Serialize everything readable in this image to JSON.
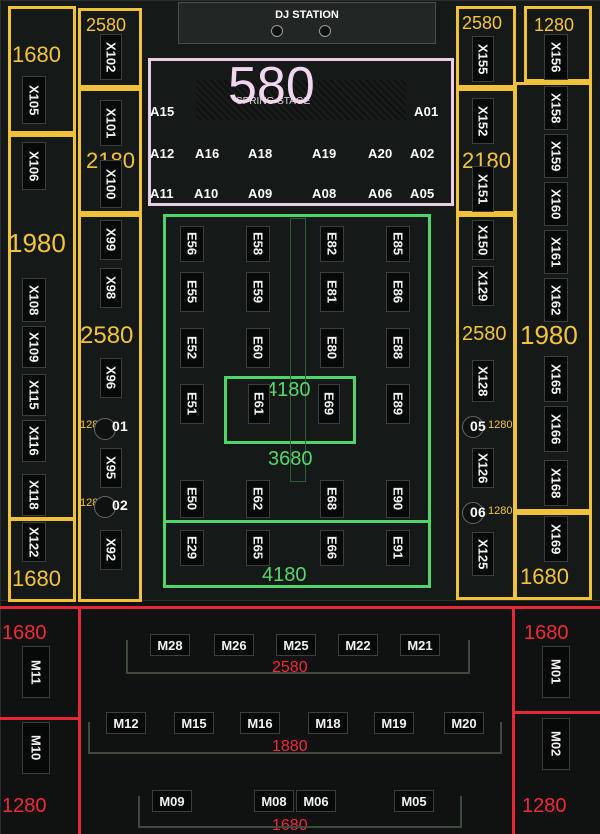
{
  "dj_station": "DJ STATION",
  "stage_label": "SPRING STAGE",
  "colors": {
    "tier_yellow": "#f0c23a",
    "tier_green": "#4fd46a",
    "tier_red": "#e4283a",
    "tier_pink": "#e9cfe6"
  },
  "prices": {
    "stage": "580",
    "lt_top": "2580",
    "lt_1680": "1680",
    "lt_2180": "2180",
    "lt_1980": "1980",
    "lt_2580": "2580",
    "lt_01": "1280",
    "lt_02": "1280",
    "lt_bottom": "1680",
    "rt_top": "2580",
    "rt_1280": "1280",
    "rt_2180": "2180",
    "rt_2580": "2580",
    "rt_1980": "1980",
    "rt_05": "1280",
    "rt_06": "1280",
    "rt_bottom": "1680",
    "center_inner": "4180",
    "center_mid": "3680",
    "center_bottom": "4180",
    "m_left_top": "1680",
    "m_right_top": "1680",
    "m_row1": "2580",
    "m_row2": "1880",
    "m_row3": "1680",
    "m_left_bottom": "1280",
    "m_right_bottom": "1280"
  },
  "tables": {
    "t102": "X102",
    "t105": "X105",
    "t101": "X101",
    "t100": "X100",
    "t106": "X106",
    "t99": "X99",
    "t98": "X98",
    "t108": "X108",
    "t109": "X109",
    "t115": "X115",
    "t116": "X116",
    "t96": "X96",
    "t01": "01",
    "t95": "X95",
    "t02": "02",
    "t118": "X118",
    "t122": "X122",
    "t92": "X92",
    "t155": "X155",
    "t156": "X156",
    "t152": "X152",
    "t158": "X158",
    "t151": "X151",
    "t159": "X159",
    "t160": "X160",
    "t150": "X150",
    "t161": "X161",
    "t129": "X129",
    "t162": "X162",
    "t128": "X128",
    "t165": "X165",
    "t05": "05",
    "t166": "X166",
    "t126": "X126",
    "t168": "X168",
    "t06": "06",
    "t125": "X125",
    "t169": "X169",
    "a15": "A15",
    "a01": "A01",
    "a12": "A12",
    "a16": "A16",
    "a18": "A18",
    "a19": "A19",
    "a20": "A20",
    "a02": "A02",
    "a11": "A11",
    "a10": "A10",
    "a09": "A09",
    "a08": "A08",
    "a06": "A06",
    "a05": "A05",
    "e56": "E56",
    "e58": "E58",
    "e82": "E82",
    "e85": "E85",
    "e55": "E55",
    "e59": "E59",
    "e81": "E81",
    "e86": "E86",
    "e52": "E52",
    "e60": "E60",
    "e80": "E80",
    "e88": "E88",
    "e51": "E51",
    "e61": "E61",
    "e69": "E69",
    "e89": "E89",
    "e50": "E50",
    "e62": "E62",
    "e68": "E68",
    "e90": "E90",
    "e29": "E29",
    "e65": "E65",
    "e66": "E66",
    "e91": "E91",
    "m28": "M28",
    "m26": "M26",
    "m25": "M25",
    "m22": "M22",
    "m21": "M21",
    "m11": "M11",
    "m01": "M01",
    "m12": "M12",
    "m15": "M15",
    "m16": "M16",
    "m18": "M18",
    "m19": "M19",
    "m20": "M20",
    "m10": "M10",
    "m02": "M02",
    "m09": "M09",
    "m08": "M08",
    "m06": "M06",
    "m05": "M05"
  }
}
